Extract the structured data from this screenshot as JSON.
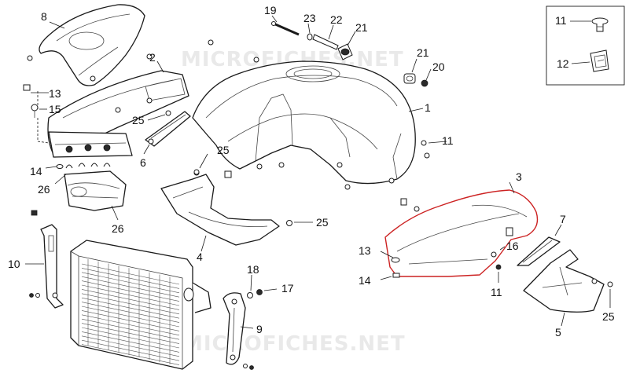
{
  "watermark": "MICROFICHES.NET",
  "callouts": {
    "c1": "1",
    "c2": "2",
    "c3": "3",
    "c4": "4",
    "c5": "5",
    "c6": "6",
    "c7": "7",
    "c8": "8",
    "c9": "9",
    "c10": "10",
    "c11a": "11",
    "c11b": "11",
    "c11c": "11",
    "c12": "12",
    "c13a": "13",
    "c13b": "13",
    "c14a": "14",
    "c14b": "14",
    "c15": "15",
    "c16": "16",
    "c17": "17",
    "c18": "18",
    "c19": "19",
    "c20": "20",
    "c21a": "21",
    "c21b": "21",
    "c22": "22",
    "c23": "23",
    "c25a": "25",
    "c25b": "25",
    "c25c": "25",
    "c25d": "25",
    "c26a": "26",
    "c26b": "26"
  },
  "colors": {
    "line": "#1a1a1a",
    "highlight": "#cc2222",
    "watermark": "#e9e9e9"
  }
}
